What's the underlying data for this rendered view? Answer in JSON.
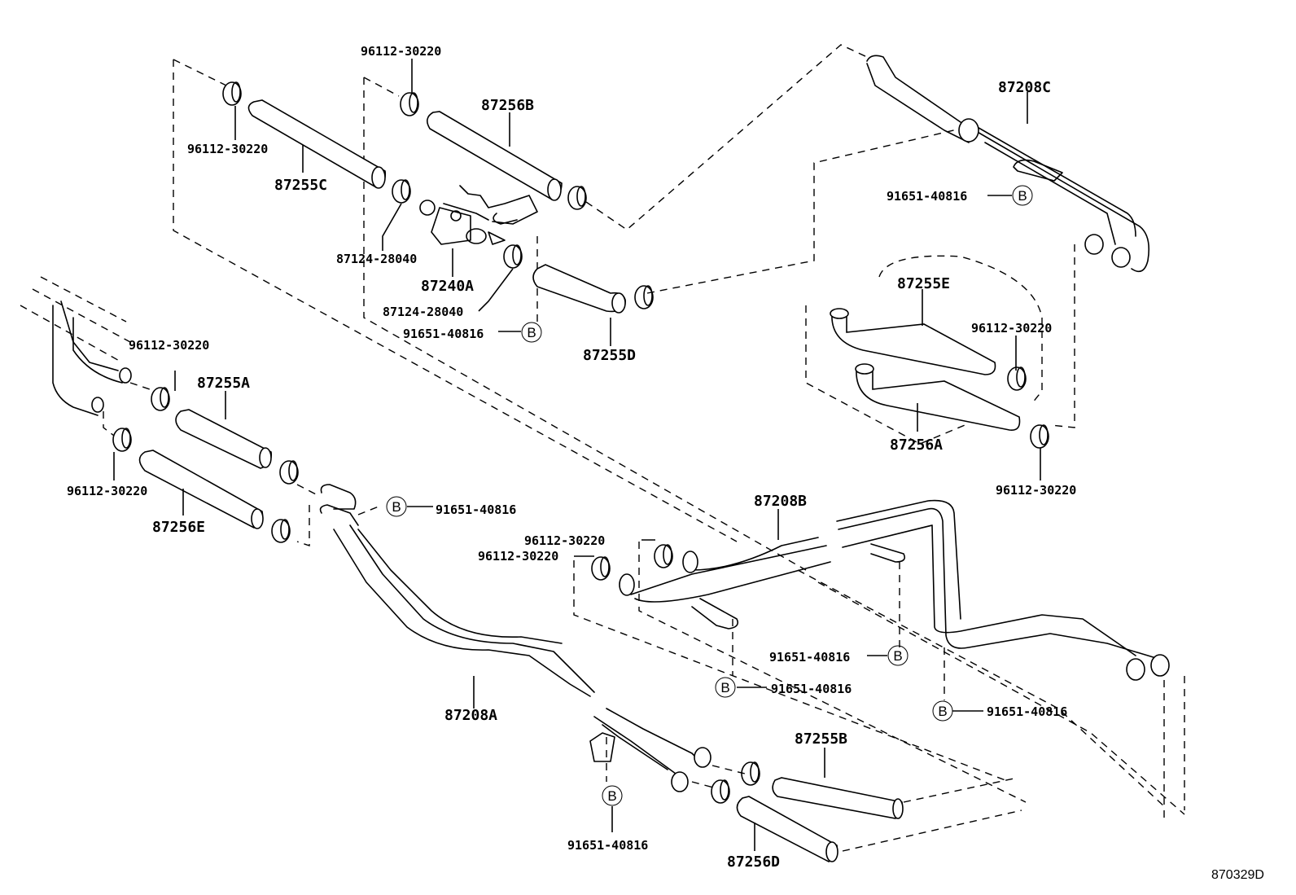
{
  "diagram": {
    "reference_code": "870329D",
    "bolt_symbol": "B",
    "parts": {
      "clamp": "96112-30220",
      "bolt": "91651-40816",
      "valve_clip": "87124-28040",
      "valve": "87240A",
      "hose_87255A": "87255A",
      "hose_87255B": "87255B",
      "hose_87255C": "87255C",
      "hose_87255D": "87255D",
      "hose_87255E": "87255E",
      "hose_87256A": "87256A",
      "hose_87256B": "87256B",
      "hose_87256D": "87256D",
      "hose_87256E": "87256E",
      "pipe_87208A": "87208A",
      "pipe_87208B": "87208B",
      "pipe_87208C": "87208C"
    }
  }
}
